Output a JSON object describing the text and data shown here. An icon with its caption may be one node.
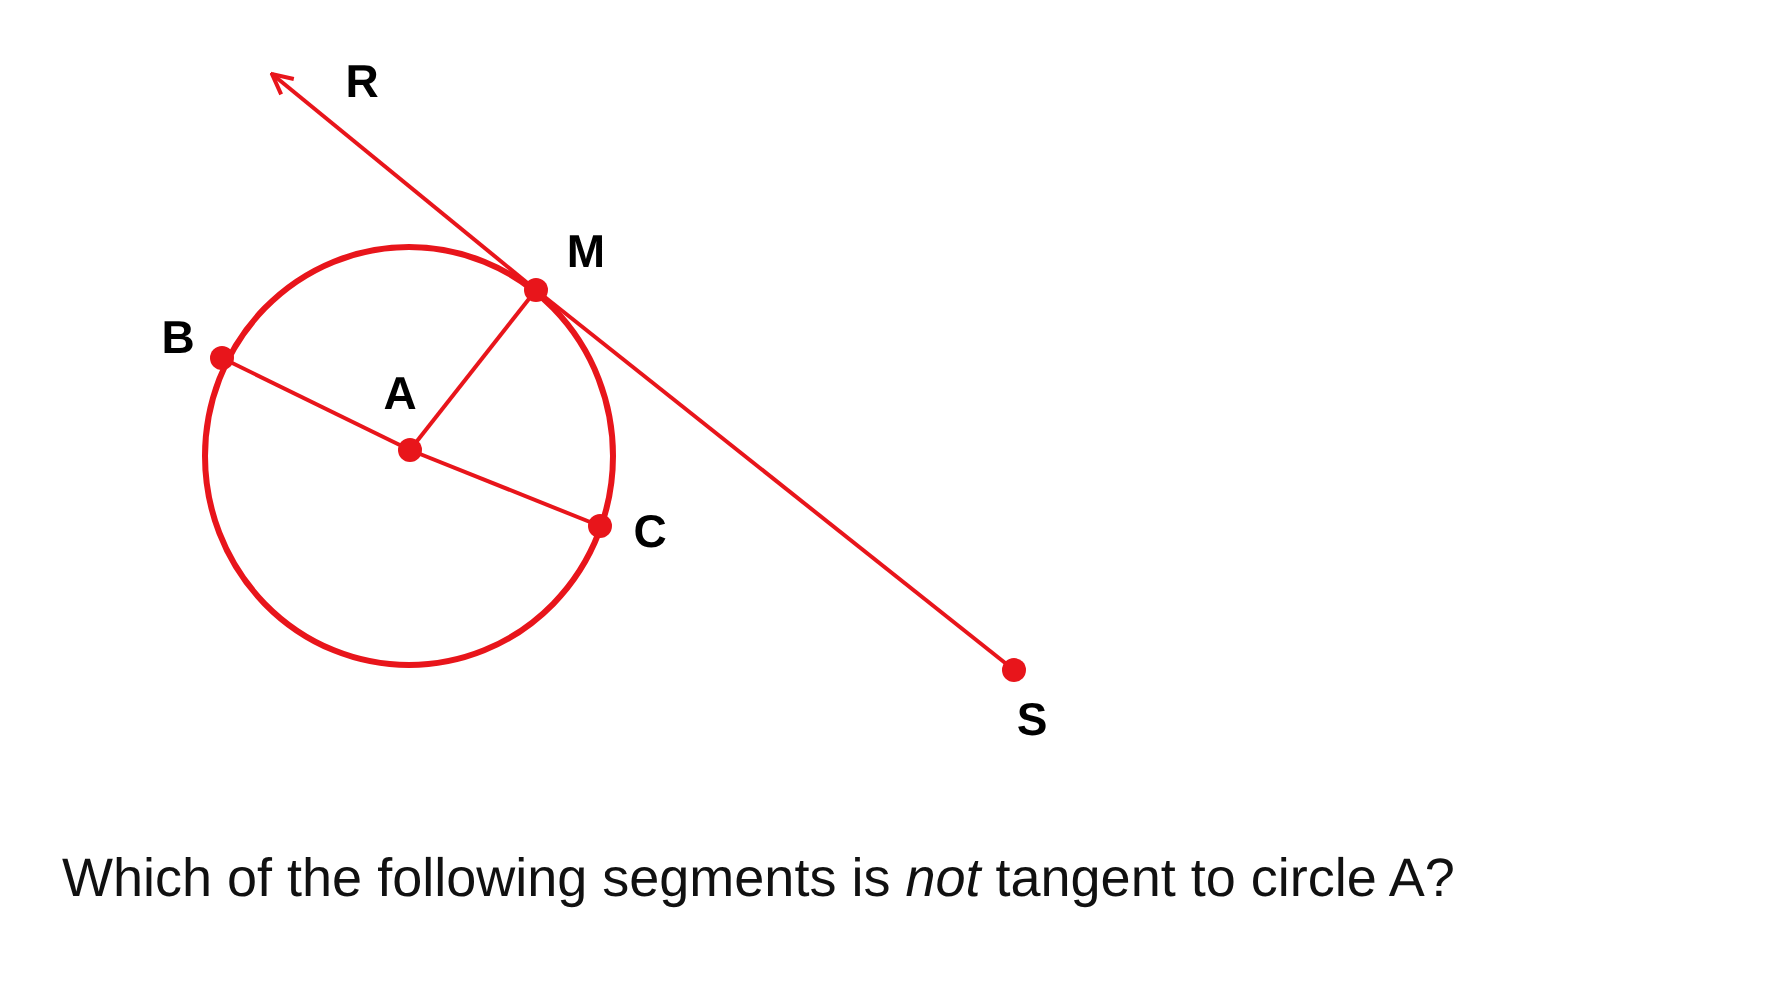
{
  "diagram": {
    "nodes": [
      {
        "text": [
          "B"
        ]
      },
      {
        "text": [
          "A"
        ]
      },
      {
        "text": [
          "M"
        ]
      },
      {
        "text": [
          "C"
        ]
      },
      {
        "text": [
          "S"
        ]
      },
      {
        "text": [
          "R"
        ]
      }
    ],
    "edges": [
      {
        "from": 0,
        "to": 1,
        "arrow": "none"
      },
      {
        "from": 1,
        "to": 3,
        "arrow": "none"
      },
      {
        "from": 1,
        "to": 2,
        "arrow": "none"
      },
      {
        "from": 2,
        "to": 4,
        "arrow": "none"
      },
      {
        "from": 2,
        "to": 5,
        "arrow": "to"
      }
    ],
    "labels": [
      "Which of the following segments is *not* tangent to circle A?"
    ]
  }
}
